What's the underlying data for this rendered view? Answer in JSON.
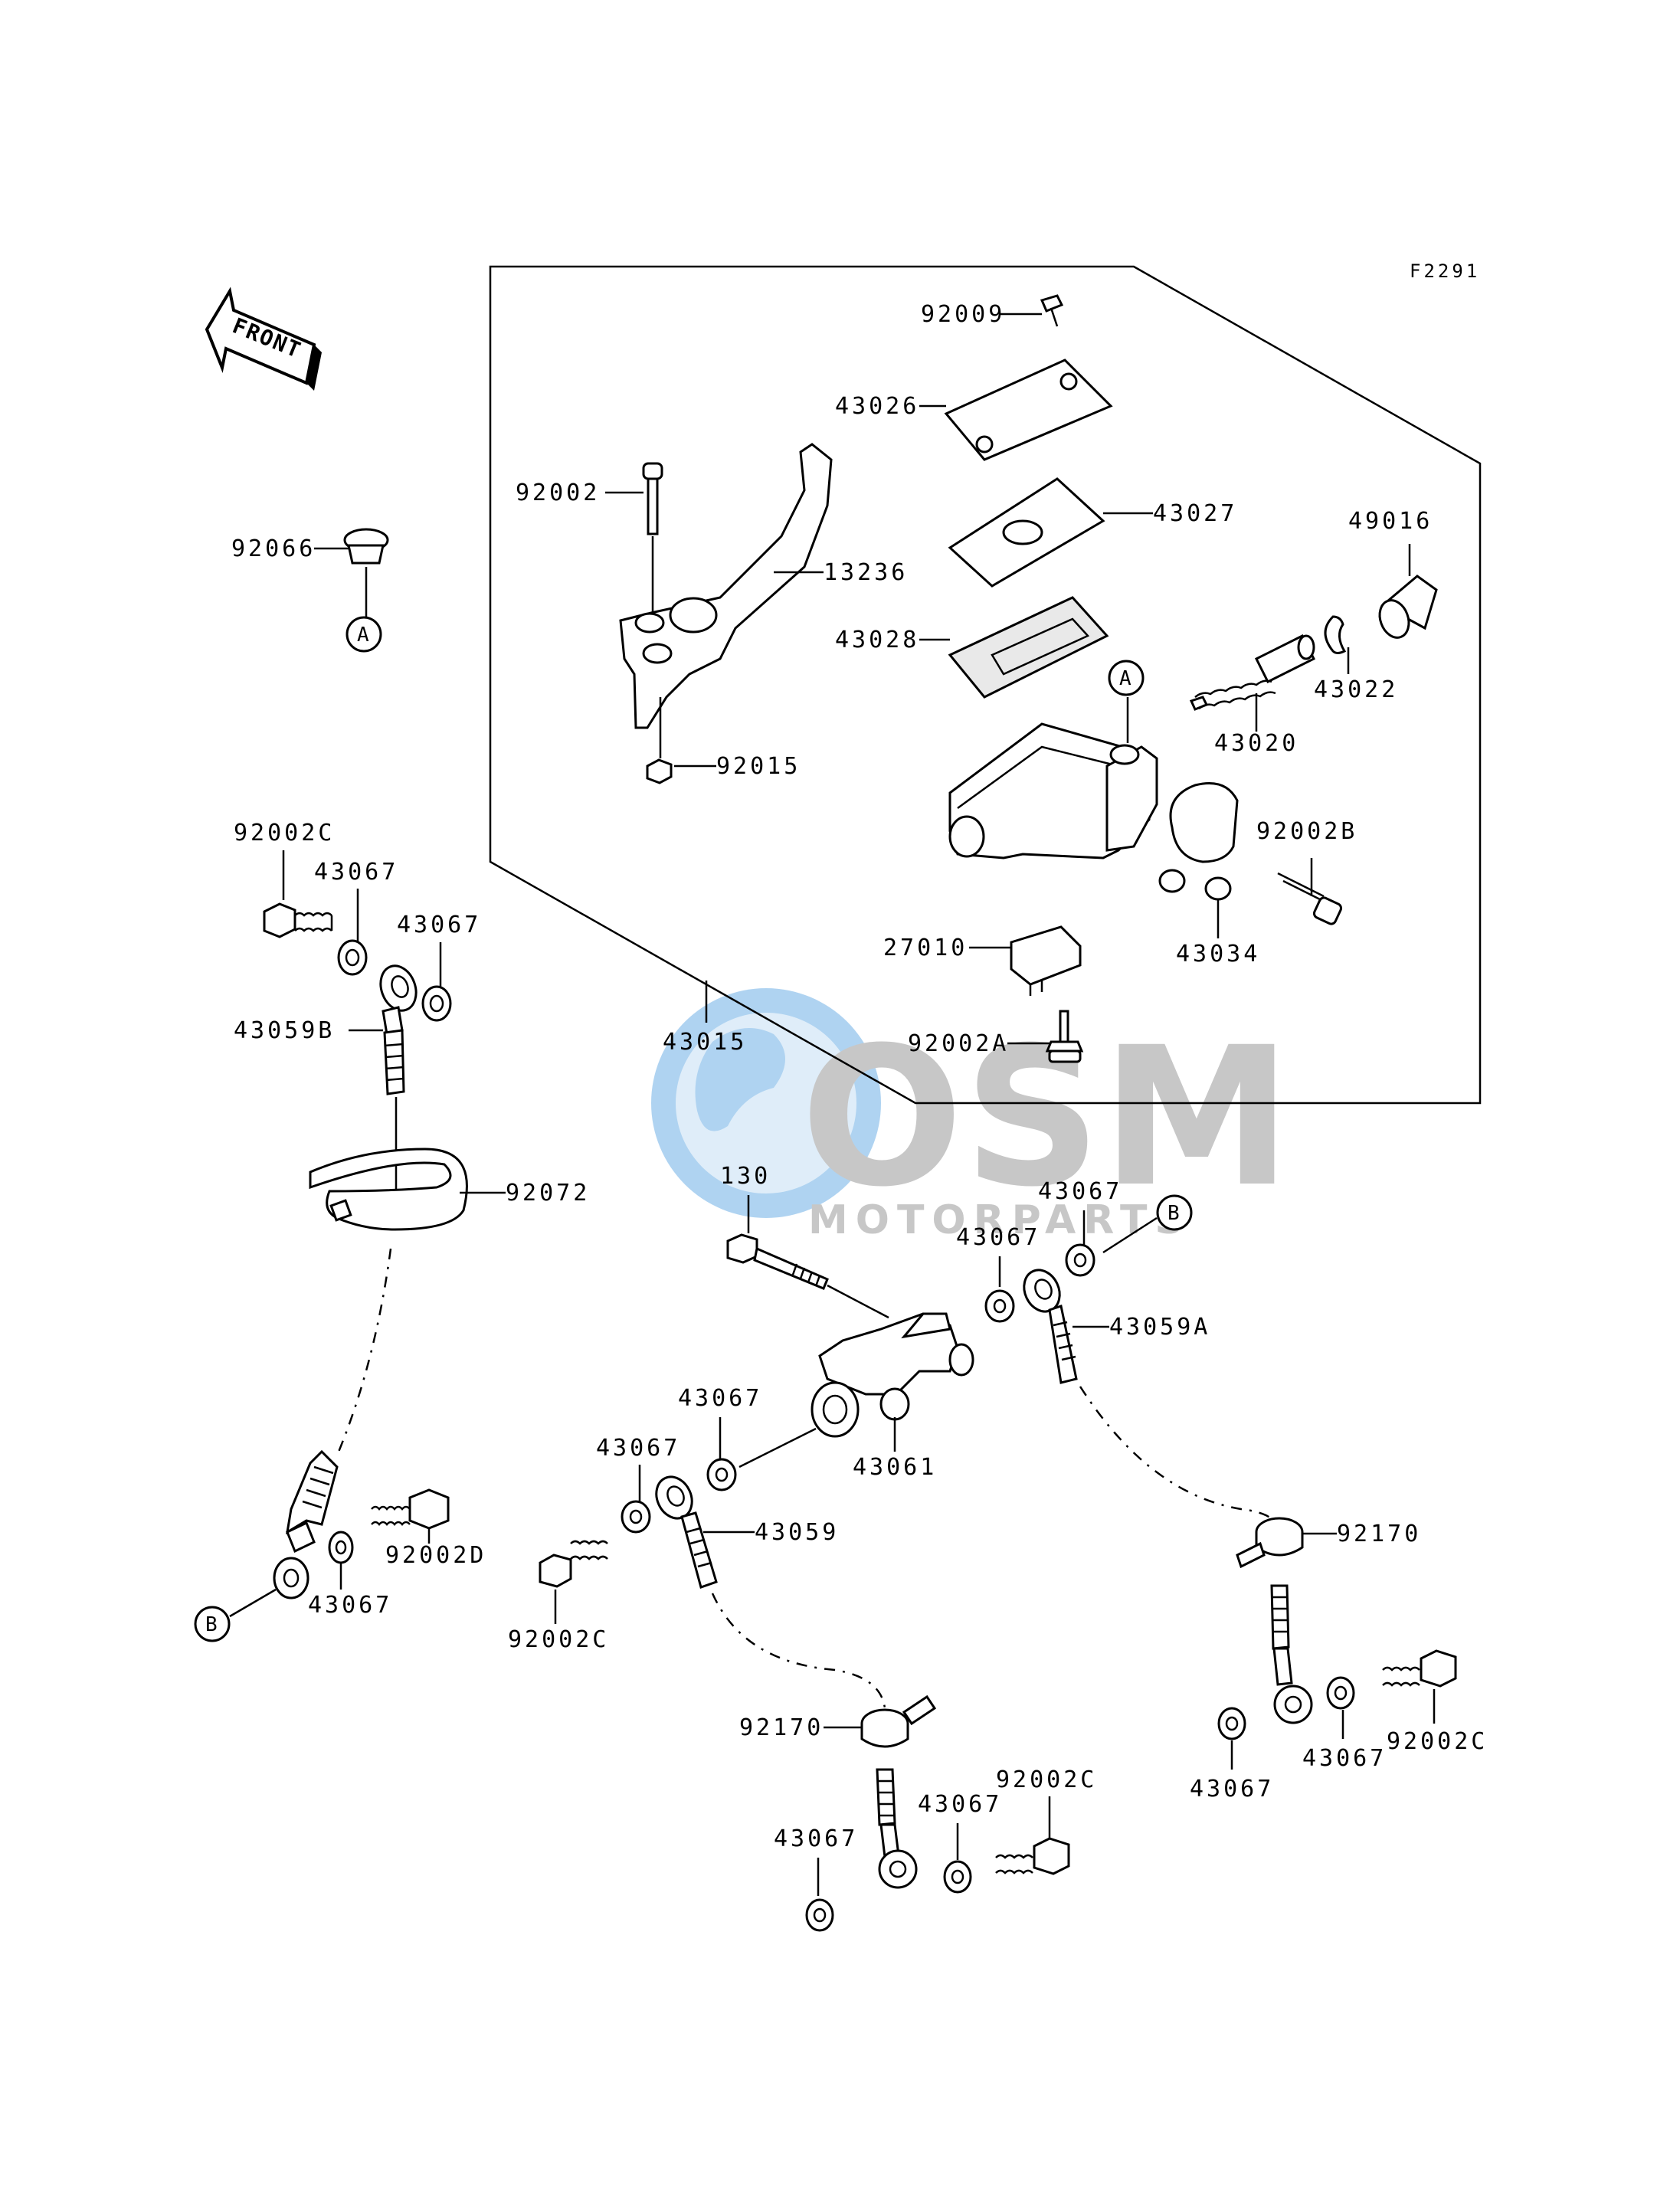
{
  "figure_code": "F2291",
  "front_label": "FRONT",
  "watermark": {
    "brand": "OSM",
    "sub": "MOTORPARTS",
    "color_globe": "#6fb0e6",
    "color_text": "#9a9a9a"
  },
  "ref_markers": {
    "a": "A",
    "b": "B"
  },
  "callouts": {
    "p92009": "92009",
    "p43026": "43026",
    "p92002": "92002",
    "p43027": "43027",
    "p13236": "13236",
    "p49016": "49016",
    "p92066": "92066",
    "p43028": "43028",
    "p43022": "43022",
    "p43020": "43020",
    "p92015": "92015",
    "p92002c_top": "92002C",
    "p92002b": "92002B",
    "p43067_a": "43067",
    "p43067_b": "43067",
    "p27010": "27010",
    "p43034": "43034",
    "p43059b": "43059B",
    "p43015": "43015",
    "p92002a": "92002A",
    "p92072": "92072",
    "p130": "130",
    "p43067_c": "43067",
    "p43067_d": "43067",
    "p43059a": "43059A",
    "p43067_e": "43067",
    "p43061": "43061",
    "p43067_f": "43067",
    "p43059": "43059",
    "p92002d": "92002D",
    "p92170_r": "92170",
    "p43067_g": "43067",
    "p92002c_mid": "92002C",
    "p92170_l": "92170",
    "p92002c_right": "92002C",
    "p43067_h": "43067",
    "p43067_i": "43067",
    "p92002c_bot": "92002C",
    "p43067_j": "43067",
    "p43067_k": "43067"
  }
}
